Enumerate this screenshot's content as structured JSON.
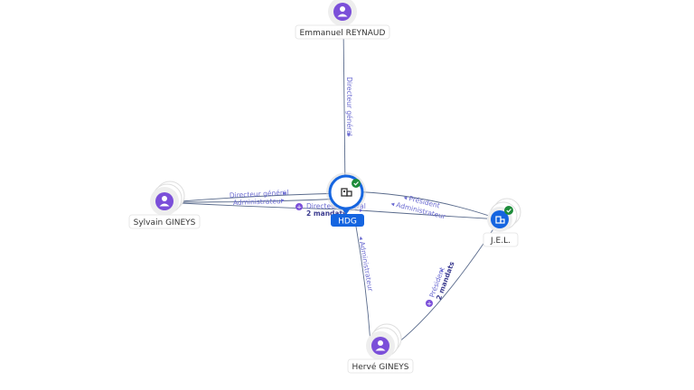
{
  "nodes": {
    "emmanuel": {
      "label": "Emmanuel REYNAUD"
    },
    "sylvain": {
      "label": "Sylvain GINEYS"
    },
    "hdg": {
      "label": "HDG"
    },
    "jel": {
      "label": "J.E.L."
    },
    "herve": {
      "label": "Hervé GINEYS"
    }
  },
  "edges": {
    "emmanuel_hdg": {
      "label": "Directeur général"
    },
    "sylvain_hdg_1": {
      "label": "Directeur général"
    },
    "sylvain_hdg_2": {
      "label": "Administrateur"
    },
    "sylvain_hdg_3": {
      "label": "Directeur général",
      "count": "2 mandats"
    },
    "hdg_jel_1": {
      "label": "Président"
    },
    "hdg_jel_2": {
      "label": "Administrateur"
    },
    "hdg_herve": {
      "label": "Administrateur"
    },
    "herve_jel": {
      "label": "Président",
      "count": "2 mandats"
    }
  },
  "colors": {
    "accent": "#1565e0",
    "person": "#7b4fd9",
    "edge": "#5a6b8c",
    "check": "#1e8c3a"
  }
}
